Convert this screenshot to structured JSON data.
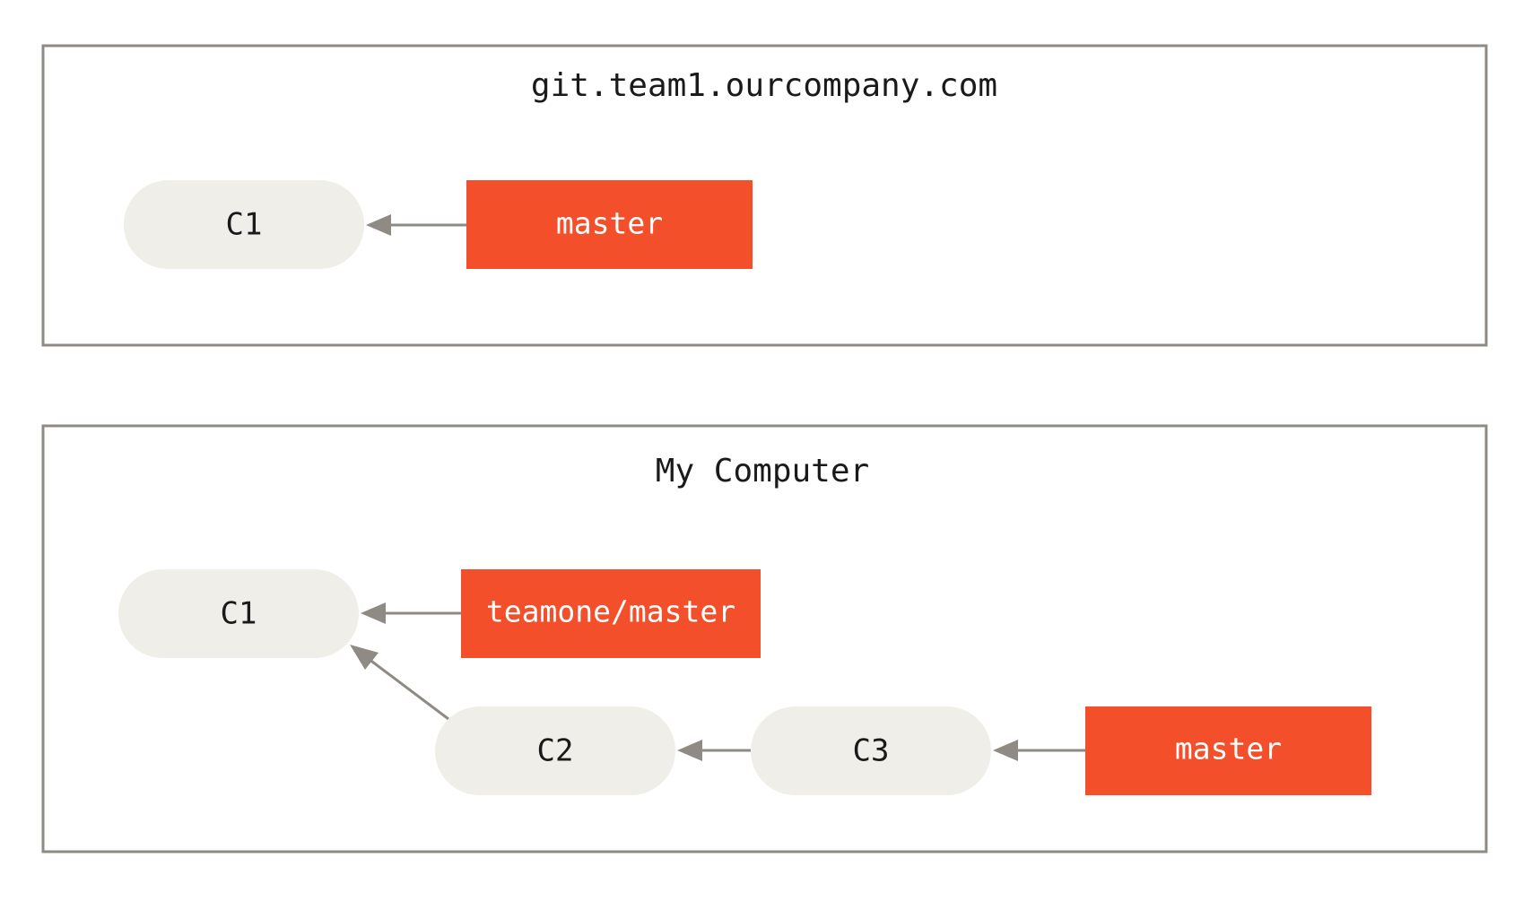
{
  "remote": {
    "title": "git.team1.ourcompany.com",
    "commits": [
      {
        "id": "C1",
        "label": "C1"
      }
    ],
    "branches": [
      {
        "id": "remote-master",
        "label": "master",
        "points_to": "C1"
      }
    ]
  },
  "local": {
    "title": "My Computer",
    "commits": [
      {
        "id": "C1",
        "label": "C1"
      },
      {
        "id": "C2",
        "label": "C2",
        "parent": "C1"
      },
      {
        "id": "C3",
        "label": "C3",
        "parent": "C2"
      }
    ],
    "branches": [
      {
        "id": "teamone-master",
        "label": "teamone/master",
        "points_to": "C1"
      },
      {
        "id": "local-master",
        "label": "master",
        "points_to": "C3"
      }
    ]
  },
  "colors": {
    "commit_fill": "#efeee8",
    "branch_fill": "#f34f2b",
    "border": "#8f8b84",
    "arrow": "#8f8b84"
  }
}
